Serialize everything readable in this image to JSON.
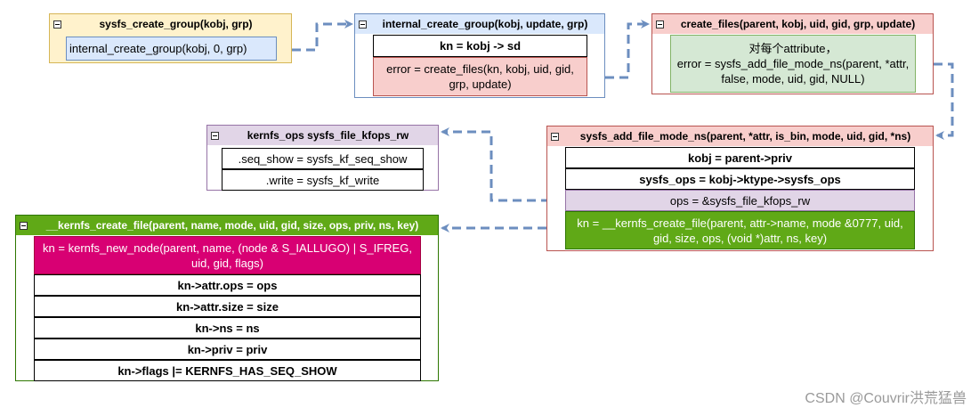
{
  "boxes": {
    "create_group": {
      "title": "sysfs_create_group(kobj, grp)",
      "rows": [
        "internal_create_group(kobj, 0, grp)"
      ]
    },
    "internal_create_group": {
      "title": "internal_create_group(kobj, update, grp)",
      "rows": [
        "kn = kobj -> sd",
        "error = create_files(kn, kobj, uid, gid, grp, update)"
      ]
    },
    "create_files": {
      "title": "create_files(parent, kobj, uid, gid, grp, update)",
      "rows": [
        "对每个attribute，\nerror = sysfs_add_file_mode_ns(parent, *attr, false, mode, uid, gid, NULL)"
      ]
    },
    "add_file_mode_ns": {
      "title": "sysfs_add_file_mode_ns(parent, *attr, is_bin, mode, uid, gid, *ns)",
      "rows": [
        "kobj = parent->priv",
        "sysfs_ops = kobj->ktype->sysfs_ops",
        "ops = &sysfs_file_kfops_rw",
        "kn = __kernfs_create_file(parent, attr->name, mode &0777, uid, gid, size, ops, (void *)attr, ns, key)"
      ]
    },
    "kfops_rw": {
      "title": "kernfs_ops sysfs_file_kfops_rw",
      "rows": [
        ".seq_show = sysfs_kf_seq_show",
        ".write = sysfs_kf_write"
      ]
    },
    "kernfs_create_file": {
      "title": "__kernfs_create_file(parent, name, mode, uid, gid, size, ops, priv, ns, key)",
      "rows": [
        "kn = kernfs_new_node(parent, name, (node & S_IALLUGO) | S_IFREG, uid, gid, flags)",
        "kn->attr.ops = ops",
        "kn->attr.size = size",
        "kn->ns = ns",
        "kn->priv = priv",
        "kn->flags |= KERNFS_HAS_SEQ_SHOW"
      ]
    }
  },
  "colors": {
    "arrow": "#6c8ebf",
    "blue_fill": "#dae8fc",
    "blue_stroke": "#6c8ebf",
    "yellow_fill": "#fff2cc",
    "yellow_stroke": "#d6b656",
    "red_fill": "#f8cecc",
    "red_stroke": "#b85450",
    "green_fill": "#d5e8d4",
    "purple_fill": "#e1d5e7",
    "purple_stroke": "#9673a6",
    "dark_green_fill": "#60a917",
    "dark_green_stroke": "#2d7600",
    "magenta_fill": "#d80073"
  },
  "watermark": "CSDN @Couvrir洪荒猛兽"
}
